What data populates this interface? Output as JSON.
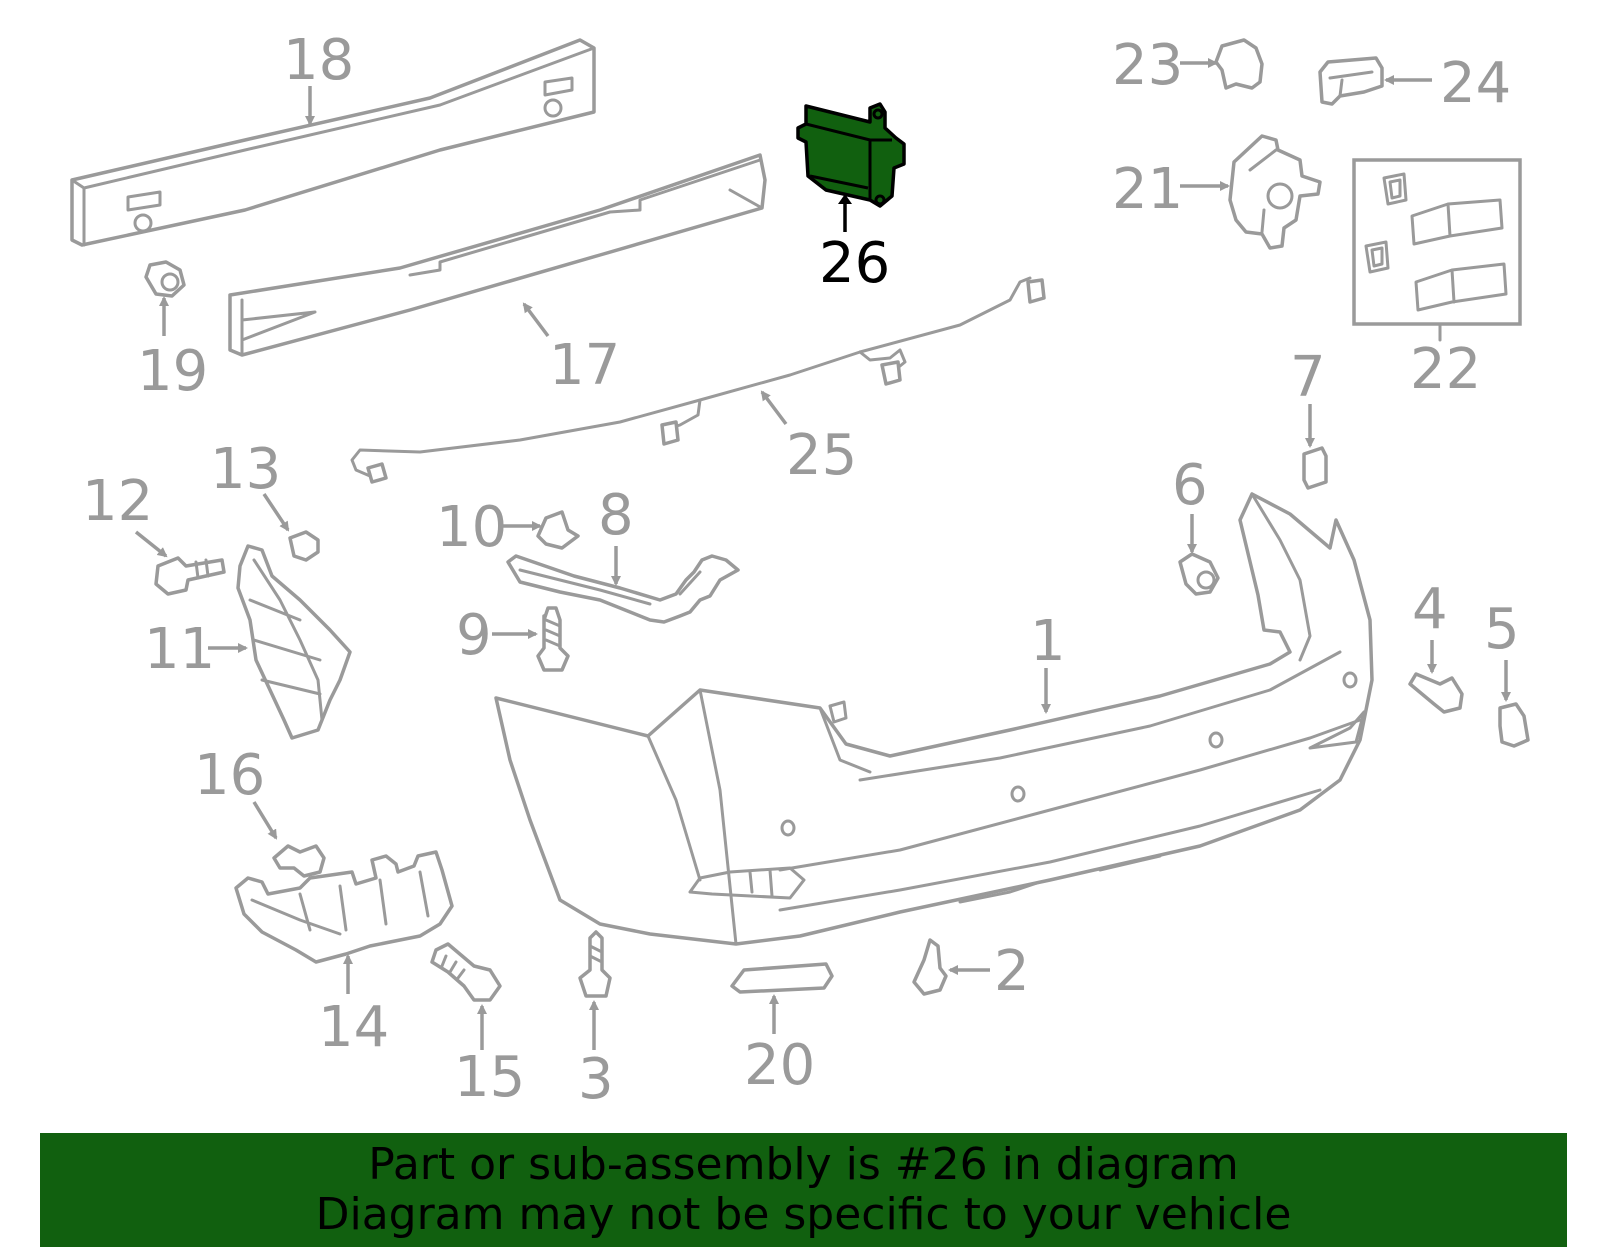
{
  "colors": {
    "highlight": "#11600f",
    "line": "#9a9a9a",
    "highlight_label": "#000000"
  },
  "highlighted_part": "26",
  "callouts": {
    "c1": "1",
    "c2": "2",
    "c3": "3",
    "c4": "4",
    "c5": "5",
    "c6": "6",
    "c7": "7",
    "c8": "8",
    "c9": "9",
    "c10": "10",
    "c11": "11",
    "c12": "12",
    "c13": "13",
    "c14": "14",
    "c15": "15",
    "c16": "16",
    "c17": "17",
    "c18": "18",
    "c19": "19",
    "c20": "20",
    "c21": "21",
    "c22": "22",
    "c23": "23",
    "c24": "24",
    "c25": "25",
    "c26": "26"
  },
  "banner": {
    "line1": "Part or sub-assembly is #26 in diagram",
    "line2": "Diagram may not be specific to your vehicle"
  }
}
